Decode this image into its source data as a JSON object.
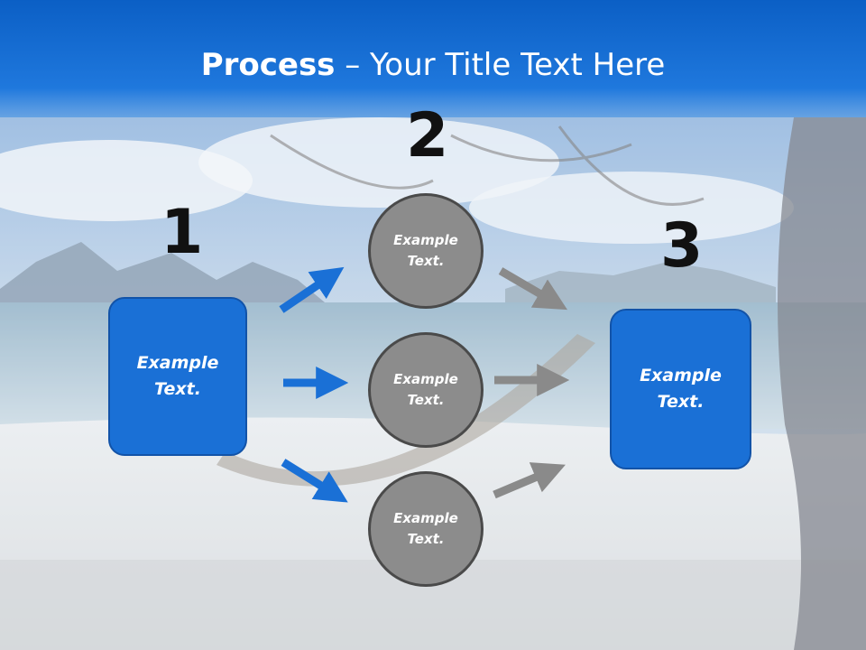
{
  "slide": {
    "title_bold": "Process",
    "title_rest": " – Your Title Text Here"
  },
  "steps": {
    "num_1": "1",
    "num_2": "2",
    "num_3": "3"
  },
  "left_box": {
    "label": "Example\nText."
  },
  "circles": [
    {
      "label": "Example\nText."
    },
    {
      "label": "Example\nText."
    },
    {
      "label": "Example\nText."
    }
  ],
  "right_box": {
    "label": "Example\nText."
  },
  "colors": {
    "title_bar": "#0a5fc4",
    "box_blue": "#1a70d6",
    "circle_gray": "#8c8c8c",
    "arrow_blue": "#1a70d6",
    "arrow_gray": "#8a8a8a"
  }
}
